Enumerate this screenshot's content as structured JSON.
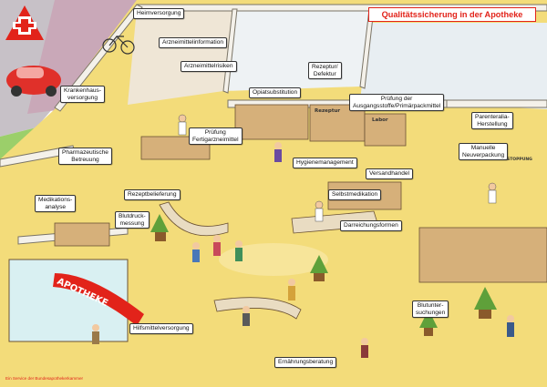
{
  "title": "Qualitätssicherung in der Apotheke",
  "footer": "Ein Service der Bundesapothekerkammer",
  "storefront_sign": "APOTHEKE",
  "logo_letter": "A",
  "shelf_signs": {
    "rezeptur": "Rezeptur",
    "labor": "Labor",
    "sign_right": "STOPPUNG"
  },
  "labels": {
    "heimversorgung": "Heimversorgung",
    "arzneimittelinformation": "Arzneimittelinformation",
    "arzneimittelrisiken": "Arzneimittelrisiken",
    "krankenhausversorgung": "Krankenhaus-\nversorgung",
    "opiatsubstitution": "Opiatsubstitution",
    "rezeptur_defektur": "Rezeptur/\nDefektur",
    "pruefung_ausgangsstoffe": "Prüfung der\nAusgangsstoffe/Primärpackmittel",
    "parenteralia": "Parenteralia-\nHerstellung",
    "pruefung_fertigarzneimittel": "Prüfung\nFertigarzneimittel",
    "pharmazeutische_betreuung": "Pharmazeutische\nBetreuung",
    "hygienemanagement": "Hygienemanagement",
    "manuelle_neuverpackung": "Manuelle\nNeuverpackung",
    "versandhandel": "Versandhandel",
    "medikationsanalyse": "Medikations-\nanalyse",
    "rezeptbelieferung": "Rezeptbelieferung",
    "selbstmedikation": "Selbstmedikation",
    "blutdruckmessung": "Blutdruck-\nmessung",
    "darreichungsformen": "Darreichungsformen",
    "blutuntersuchungen": "Blutunter-\nsuchungen",
    "hilfsmittelversorgung": "Hilfsmittelversorgung",
    "ernaehrungsberatung": "Ernährungsberatung"
  },
  "colors": {
    "brand_red": "#e2231a",
    "floor": "#f3dc7a",
    "wall": "#f4f1ea",
    "shelf_wood": "#d6b07a",
    "street": "#b9a3b0",
    "grass": "#9bcf6a",
    "car": "#e0302a"
  },
  "icons": {
    "logo": "apotheke-a-icon",
    "car": "car-icon",
    "bicycle": "bicycle-icon",
    "plant": "potted-plant-icon",
    "person": "person-icon"
  }
}
